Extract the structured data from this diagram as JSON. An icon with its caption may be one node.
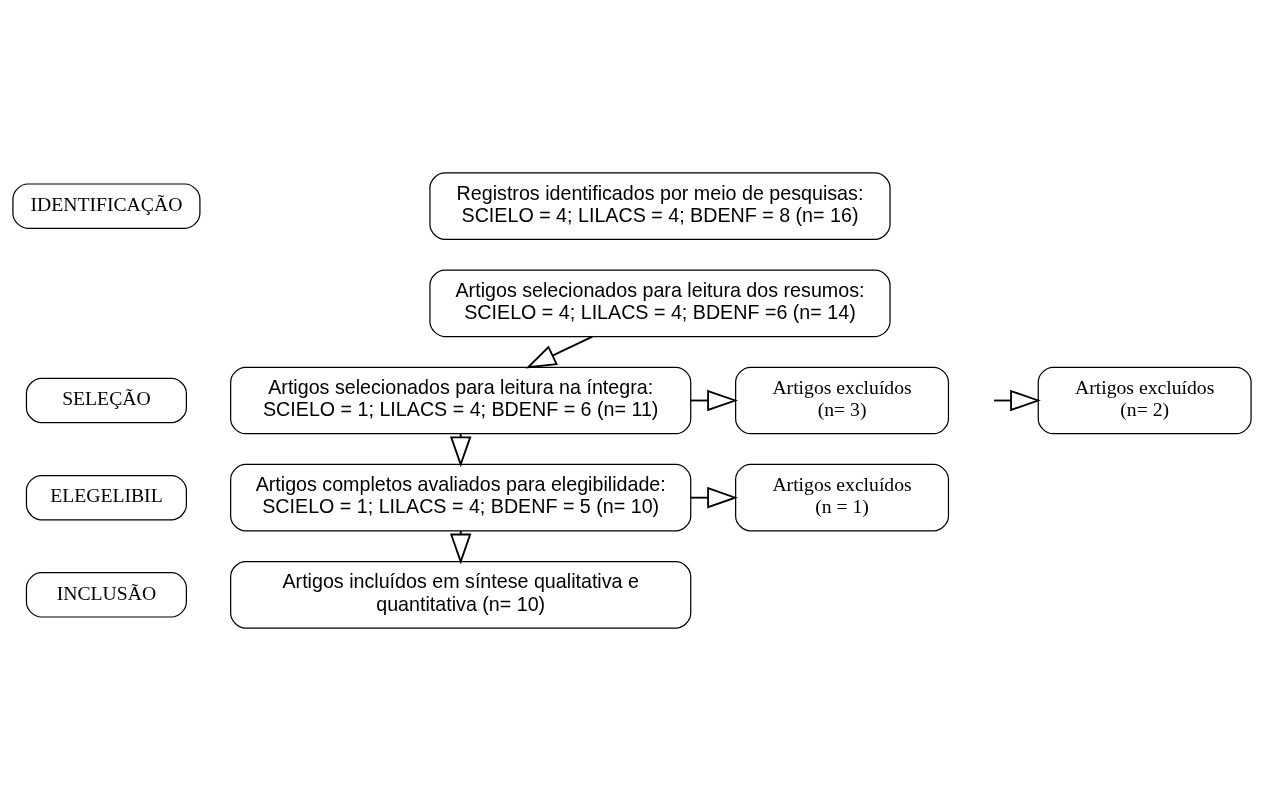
{
  "diagram": {
    "nodes": [
      {
        "text": [
          "IDENTIFICAÇÃO"
        ]
      },
      {
        "text": [
          "SELEÇÃO"
        ]
      },
      {
        "text": [
          "ELEGELIBIL"
        ]
      },
      {
        "text": [
          "INCLUSÃO"
        ]
      },
      {
        "text": [
          "Registros identificados por meio de pesquisas: SCIELO = 4; LILACS = 4; BDENF = 8 (n= 16)"
        ]
      },
      {
        "text": [
          "Artigos selecionados para leitura dos resumos: SCIELO = 4; LILACS = 4; BDENF =6 (n= 14)"
        ]
      },
      {
        "text": [
          "Artigos selecionados para leitura na íntegra: SCIELO = 1; LILACS = 4; BDENF = 6 (n= 11)"
        ]
      },
      {
        "text": [
          "Artigos completos avaliados para elegibilidade: SCIELO = 1; LILACS = 4; BDENF = 5 (n= 10)"
        ]
      },
      {
        "text": [
          "Artigos incluídos em síntese qualitativa e quantitativa (n= 10)"
        ]
      },
      {
        "text": [
          "Artigos excluídos (n= 2)"
        ]
      },
      {
        "text": [
          "Artigos excluídos (n= 3)"
        ]
      },
      {
        "text": [
          "Artigos excluídos (n = 1)"
        ]
      }
    ],
    "edges": [
      {
        "from": 5,
        "to": 6,
        "arrow": "to"
      },
      {
        "from": 6,
        "to": 7,
        "arrow": "to"
      },
      {
        "from": 7,
        "to": 8,
        "arrow": "to"
      },
      {
        "from": null,
        "to": 9,
        "arrow": "to"
      },
      {
        "from": 6,
        "to": 10,
        "arrow": "to"
      },
      {
        "from": 7,
        "to": 11,
        "arrow": "to"
      }
    ]
  }
}
